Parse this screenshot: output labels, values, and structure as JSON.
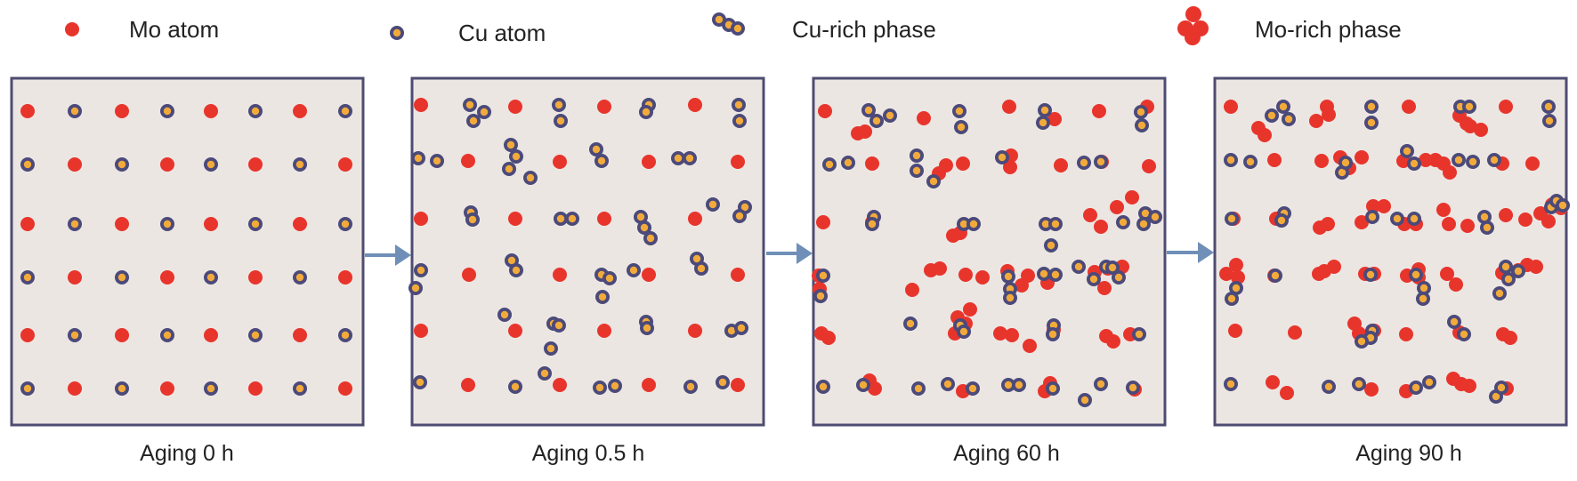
{
  "legend": [
    {
      "key": "mo_atom",
      "label": "Mo atom"
    },
    {
      "key": "cu_atom",
      "label": "Cu atom"
    },
    {
      "key": "cu_rich",
      "label": "Cu-rich phase"
    },
    {
      "key": "mo_rich",
      "label": "Mo-rich phase"
    }
  ],
  "panels": [
    {
      "caption": "Aging 0 h"
    },
    {
      "caption": "Aging 0.5 h"
    },
    {
      "caption": "Aging 60 h"
    },
    {
      "caption": "Aging 90 h"
    }
  ],
  "colors": {
    "mo": "#e8352c",
    "cu_fill": "#f2aa3a",
    "cu_ring": "#4b4a7a",
    "panel_fill": "#ece6e3",
    "panel_border": "#4e4c72",
    "arrow": "#6f8fb8"
  }
}
